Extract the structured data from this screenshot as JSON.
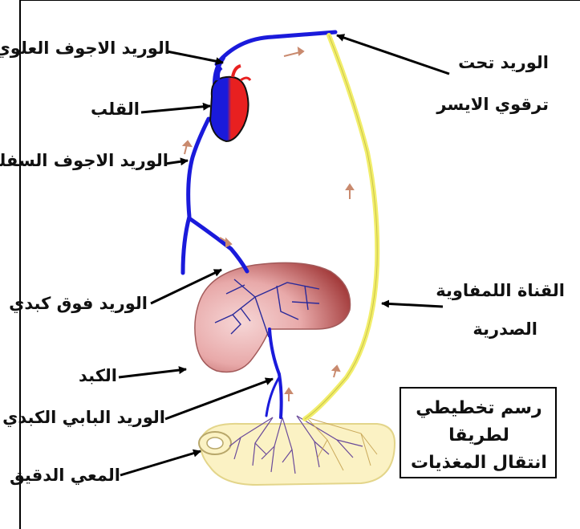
{
  "labels": {
    "superior_vena_cava": "الوريد الاجوف العلوي",
    "heart": "القلب",
    "inferior_vena_cava": "الوريد الاجوف السفلي",
    "hepatic_vein": "الوريد فوق كبدي",
    "liver": "الكبد",
    "hepatic_portal_vein": "الوريد البابي الكبدي",
    "small_intestine": "المعي الدقيق",
    "left_subclavian_vein_line1": "الوريد تحت",
    "left_subclavian_vein_line2": "ترقوي الايسر",
    "thoracic_duct_line1": "القناة اللمفاوية",
    "thoracic_duct_line2": "الصدرية"
  },
  "caption": {
    "line1": "رسم تخطيطي لطريقا",
    "line2": "انتقال المغذيات"
  },
  "colors": {
    "vein": "#1a1adb",
    "lymph_duct": "#f2ee6a",
    "liver_light": "#f1c7c7",
    "liver_dark": "#8e1a1a",
    "intestine": "#fbf2c4",
    "flow_arrow": "#c98a6e",
    "heart_red": "#e82020"
  }
}
